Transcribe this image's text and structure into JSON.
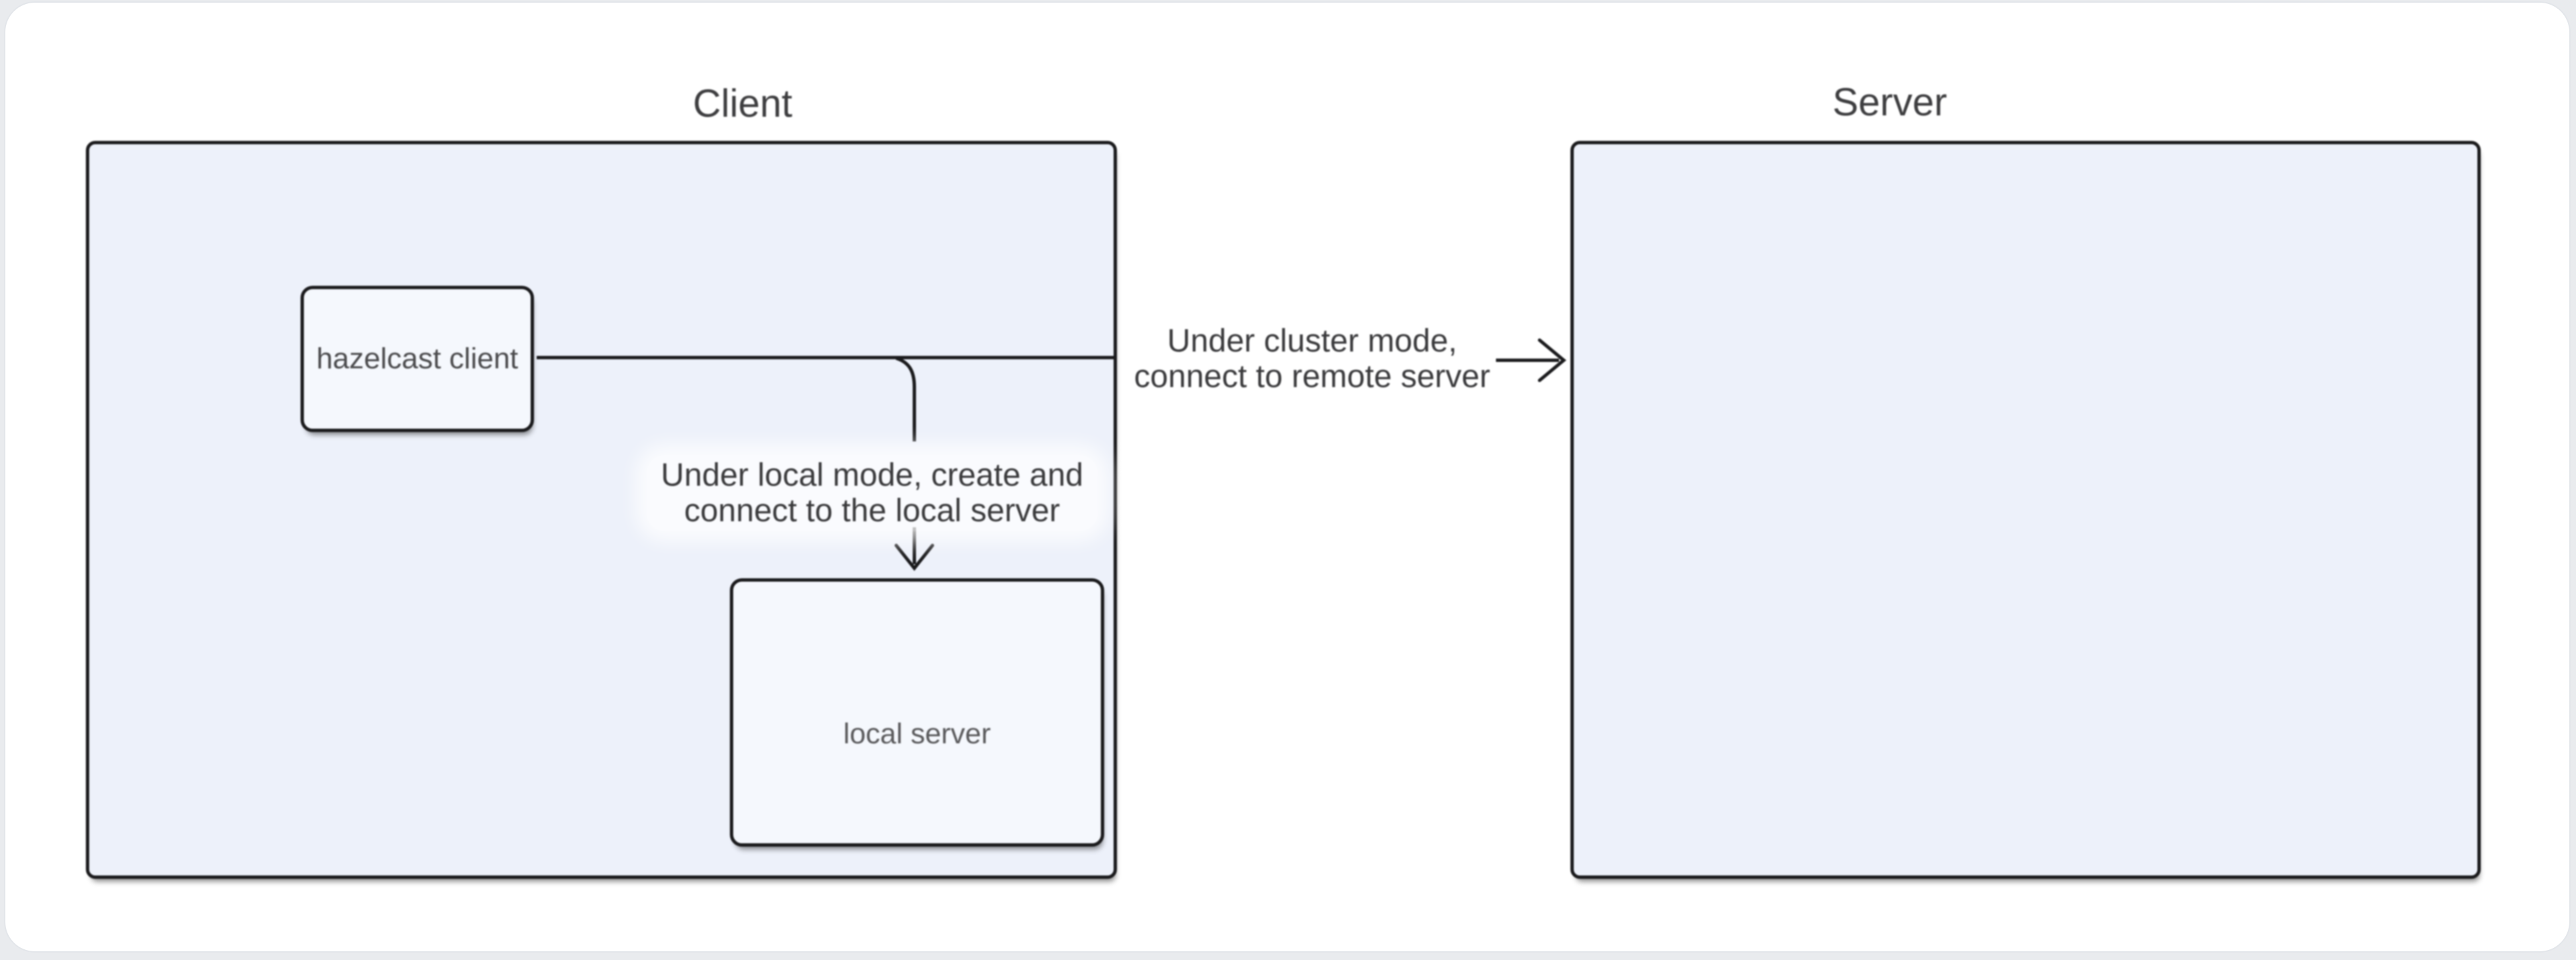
{
  "page": {
    "background_color": "#e9ebee",
    "card_color": "#ffffff"
  },
  "diagram": {
    "groups": {
      "client": {
        "title": "Client"
      },
      "server": {
        "title": "Server"
      }
    },
    "nodes": {
      "hazelcast_client": {
        "label": "hazelcast client"
      },
      "local_server": {
        "label": "local server"
      }
    },
    "edges": {
      "cluster_mode": {
        "lines": [
          "Under cluster mode,",
          "connect to remote server"
        ]
      },
      "local_mode": {
        "lines": [
          "Under local mode, create and",
          "connect to the local server"
        ]
      }
    },
    "colors": {
      "group_fill": "#edf1fa",
      "node_fill": "#f5f8fd",
      "stroke": "#1a1a1c",
      "text": "#3d3d3f"
    }
  }
}
